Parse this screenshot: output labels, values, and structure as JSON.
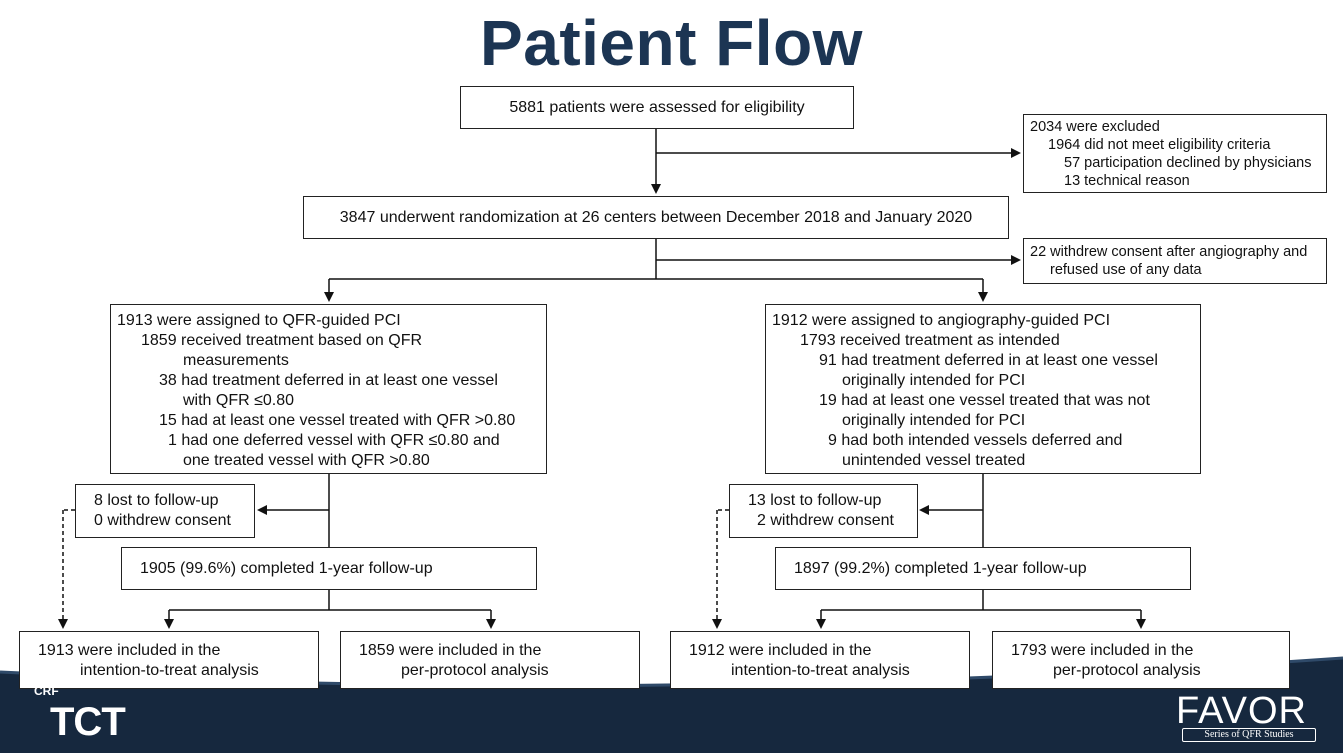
{
  "title": "Patient Flow",
  "assessed": "5881 patients were assessed for eligibility",
  "excluded": {
    "lines": [
      "2034 were excluded",
      "1964 did not meet eligibility criteria",
      "57 participation declined by physicians",
      "13 technical reason"
    ]
  },
  "randomized": "3847 underwent randomization at 26 centers between December 2018 and January 2020",
  "withdrew": {
    "lines": [
      "22 withdrew consent after angiography and",
      "refused use of any data"
    ]
  },
  "qfr_arm": {
    "lines": [
      "1913 were assigned to QFR-guided PCI",
      "1859 received treatment based on QFR",
      "measurements",
      "38 had treatment deferred in at least one vessel",
      "with QFR ≤0.80",
      "15 had at least one vessel treated with QFR >0.80",
      "1 had one deferred vessel with QFR ≤0.80 and",
      "one treated vessel with QFR >0.80"
    ],
    "lost": [
      "8 lost to follow-up",
      "0 withdrew consent"
    ],
    "completed": "1905 (99.6%) completed 1-year follow-up",
    "itt": [
      "1913 were included in the",
      "intention-to-treat analysis"
    ],
    "pp": [
      "1859 were included in the",
      "per-protocol analysis"
    ]
  },
  "angio_arm": {
    "lines": [
      "1912 were assigned to angiography-guided PCI",
      "1793 received treatment as intended",
      "91 had treatment deferred in at least one vessel",
      "originally intended for PCI",
      "19 had at least one vessel treated that was not",
      "originally intended for PCI",
      "9 had both intended vessels deferred and",
      "unintended vessel treated"
    ],
    "lost": [
      "13 lost to follow-up",
      "2 withdrew consent"
    ],
    "completed": "1897 (99.2%) completed 1-year follow-up",
    "itt": [
      "1912 were included in the",
      "intention-to-treat analysis"
    ],
    "pp": [
      "1793 were included in the",
      "per-protocol analysis"
    ]
  },
  "footer": {
    "left_logo": "TCT",
    "left_sublogo": "CRF",
    "right_logo": "FAVOR",
    "right_subtitle": "Series of QFR Studies",
    "band_color": "#16283e"
  }
}
